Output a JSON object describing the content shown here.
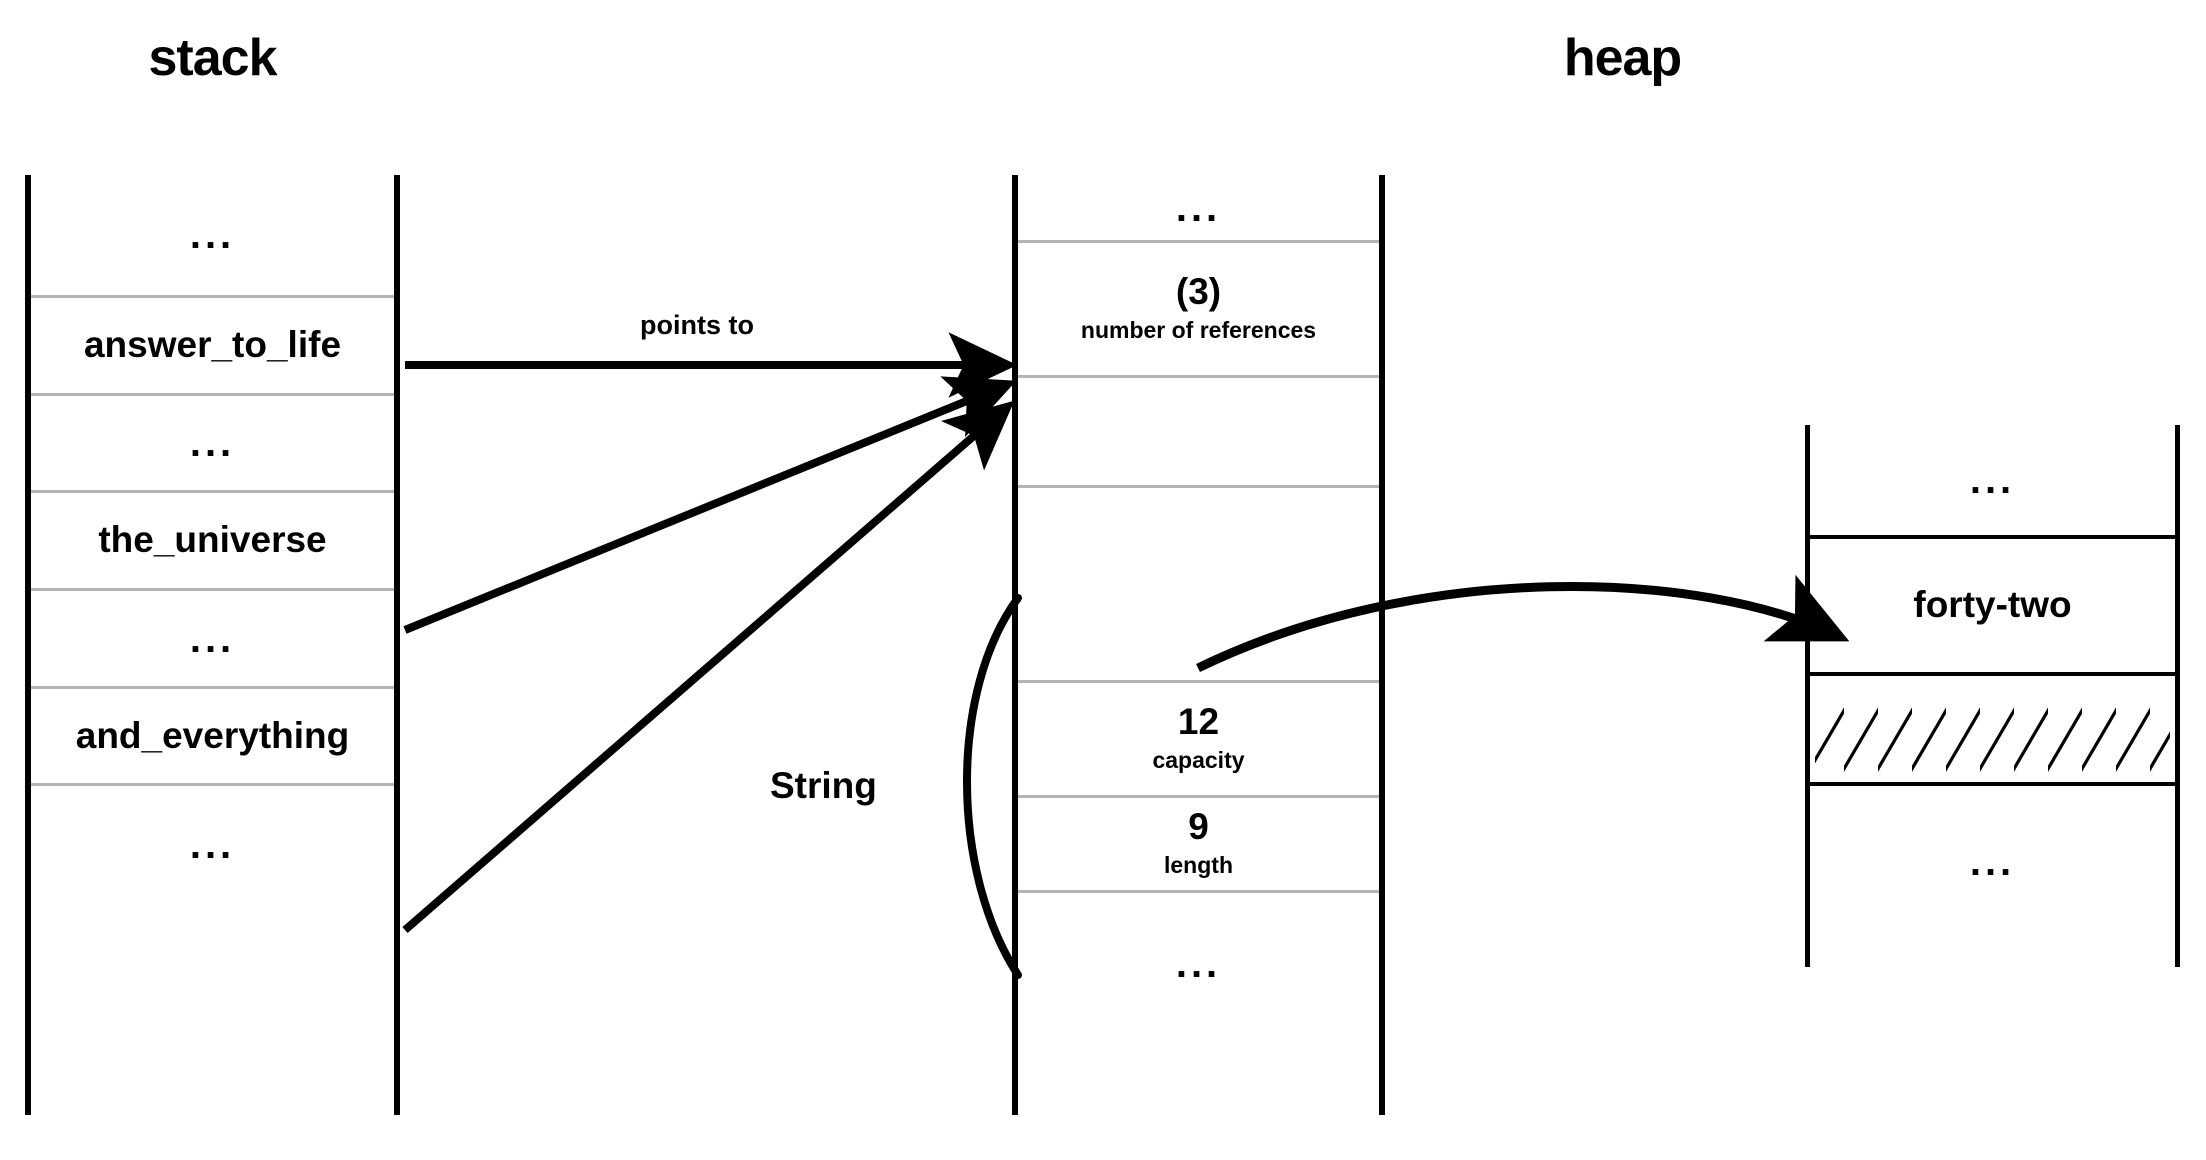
{
  "diagram": {
    "title_stack": "stack",
    "title_heap": "heap",
    "annotations": {
      "points_to": "points to",
      "string_brace": "String"
    },
    "ellipsis": "...",
    "stack": {
      "label": "stack",
      "slots": [
        {
          "kind": "ellipsis",
          "text": "..."
        },
        {
          "kind": "variable",
          "text": "answer_to_life"
        },
        {
          "kind": "ellipsis",
          "text": "..."
        },
        {
          "kind": "variable",
          "text": "the_universe"
        },
        {
          "kind": "ellipsis",
          "text": "..."
        },
        {
          "kind": "variable",
          "text": "and_everything"
        },
        {
          "kind": "ellipsis",
          "text": "..."
        }
      ]
    },
    "string_struct": {
      "label": "String",
      "slots": [
        {
          "kind": "ellipsis",
          "text": "..."
        },
        {
          "kind": "field",
          "value": "(3)",
          "caption": "number of references"
        },
        {
          "kind": "blank",
          "text": ""
        },
        {
          "kind": "blank",
          "text": ""
        },
        {
          "kind": "field",
          "value": "12",
          "caption": "capacity"
        },
        {
          "kind": "field",
          "value": "9",
          "caption": "length"
        },
        {
          "kind": "ellipsis",
          "text": "..."
        }
      ]
    },
    "heap": {
      "label": "heap",
      "slots": [
        {
          "kind": "ellipsis",
          "text": "..."
        },
        {
          "kind": "value",
          "text": "forty-two"
        },
        {
          "kind": "hatched",
          "text": ""
        },
        {
          "kind": "ellipsis",
          "text": "..."
        }
      ]
    },
    "arrows": [
      {
        "from": "answer_to_life",
        "to": "string_struct",
        "label": "points to",
        "style": "straight"
      },
      {
        "from": "the_universe",
        "to": "string_struct",
        "label": "",
        "style": "straight"
      },
      {
        "from": "and_everything",
        "to": "string_struct",
        "label": "",
        "style": "straight"
      },
      {
        "from": "string_struct",
        "to": "heap_forty_two",
        "label": "",
        "style": "curved"
      }
    ]
  },
  "colors": {
    "ink": "#000000",
    "divider": "#b5b5b5",
    "background": "#ffffff"
  }
}
